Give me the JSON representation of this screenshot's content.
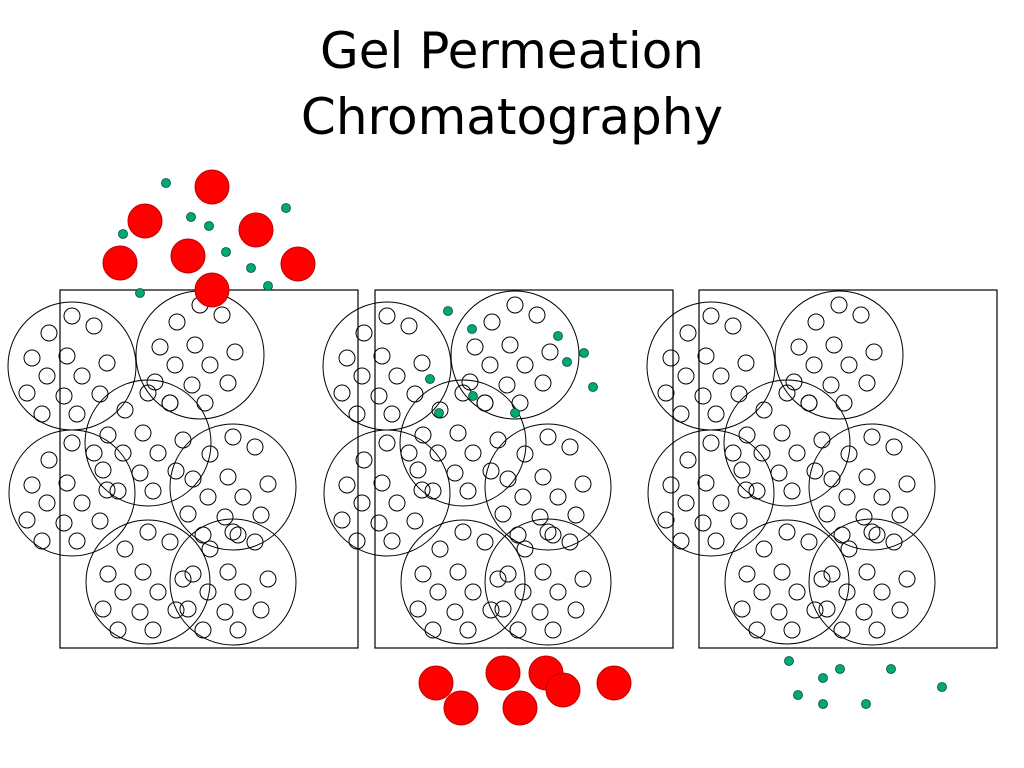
{
  "title": {
    "line1": "Gel Permeation",
    "line2": "Chromatography"
  },
  "colors": {
    "large_molecule": "#ff0000",
    "small_molecule": "#00a878",
    "outline": "#000000",
    "background": "#ffffff"
  },
  "stages": [
    {
      "name": "sample-loaded",
      "large_molecules_location": "above column",
      "small_molecules_location": "above column"
    },
    {
      "name": "separation",
      "large_molecules_location": "eluted below column",
      "small_molecules_location": "inside bead pores"
    },
    {
      "name": "small-molecules-eluted",
      "large_molecules_location": "none",
      "small_molecules_location": "eluted below column"
    }
  ]
}
